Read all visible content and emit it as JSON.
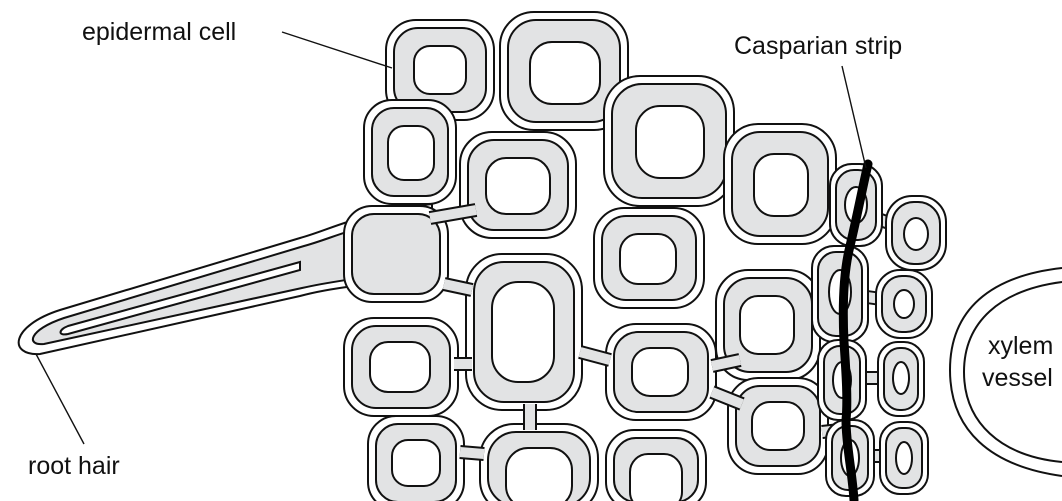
{
  "labels": {
    "epidermal_cell": "epidermal cell",
    "casparian_strip": "Casparian strip",
    "xylem_line1": "xylem",
    "xylem_line2": "vessel",
    "root_hair": "root hair"
  },
  "colors": {
    "outline": "#111111",
    "cytoplasm": "#e2e3e4",
    "wall": "#ffffff",
    "casparian_strip": "#000000"
  }
}
